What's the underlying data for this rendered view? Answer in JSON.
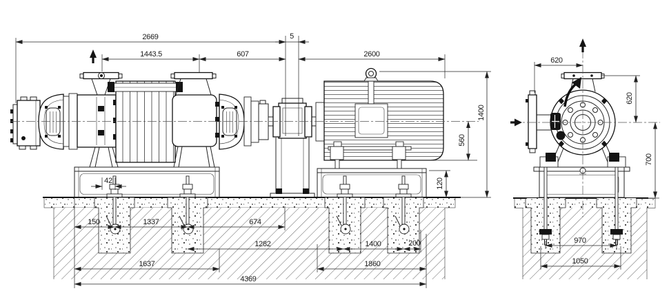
{
  "drawing": {
    "front_view": {
      "top_dims": {
        "pump_overall_length": "2669",
        "pump_nozzle_span": "1443.5",
        "nozzle_to_coupling": "607",
        "coupling_gap": "5",
        "motor_length": "2600"
      },
      "right_dims": {
        "overall_height": "1400",
        "motor_shaft_height": "560",
        "base_frame_height": "120"
      },
      "bottom_dims": {
        "bolt_to_frame_edge": "42",
        "frame_edge_to_first_bolt": "150",
        "pump_anchor_bolt_span": "1337",
        "second_bolt_to_coupling": "674",
        "second_bolt_to_motor_bolt": "1282",
        "motor_anchor_bolt_span": "1400",
        "motor_bolt_to_frame_end": "200",
        "pump_base_frame_length": "1637",
        "motor_base_frame_length": "1860",
        "overall_base_length": "4369"
      }
    },
    "end_view": {
      "dims": {
        "suction_flange_to_center": "620",
        "center_to_discharge_flange": "620",
        "center_height_above_foundation": "700",
        "anchor_bolt_span": "970",
        "foundation_pocket_span": "1050"
      }
    }
  }
}
